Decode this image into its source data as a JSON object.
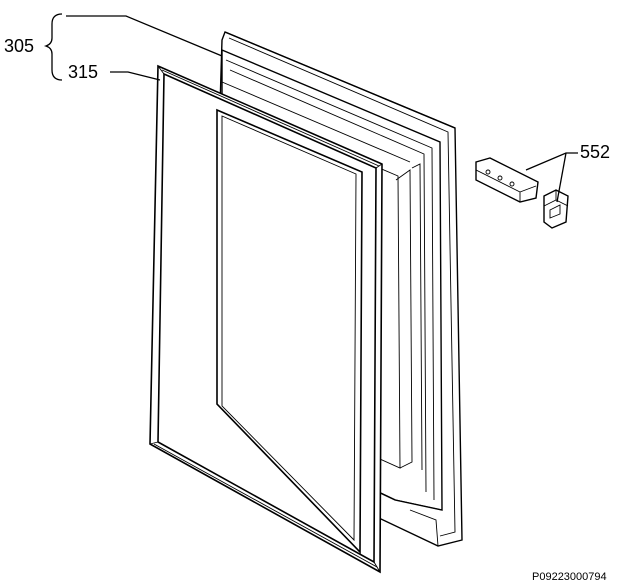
{
  "labels": {
    "door_assembly": "305",
    "gasket": "315",
    "hinge": "552"
  },
  "drawing_code": "P09223000794"
}
